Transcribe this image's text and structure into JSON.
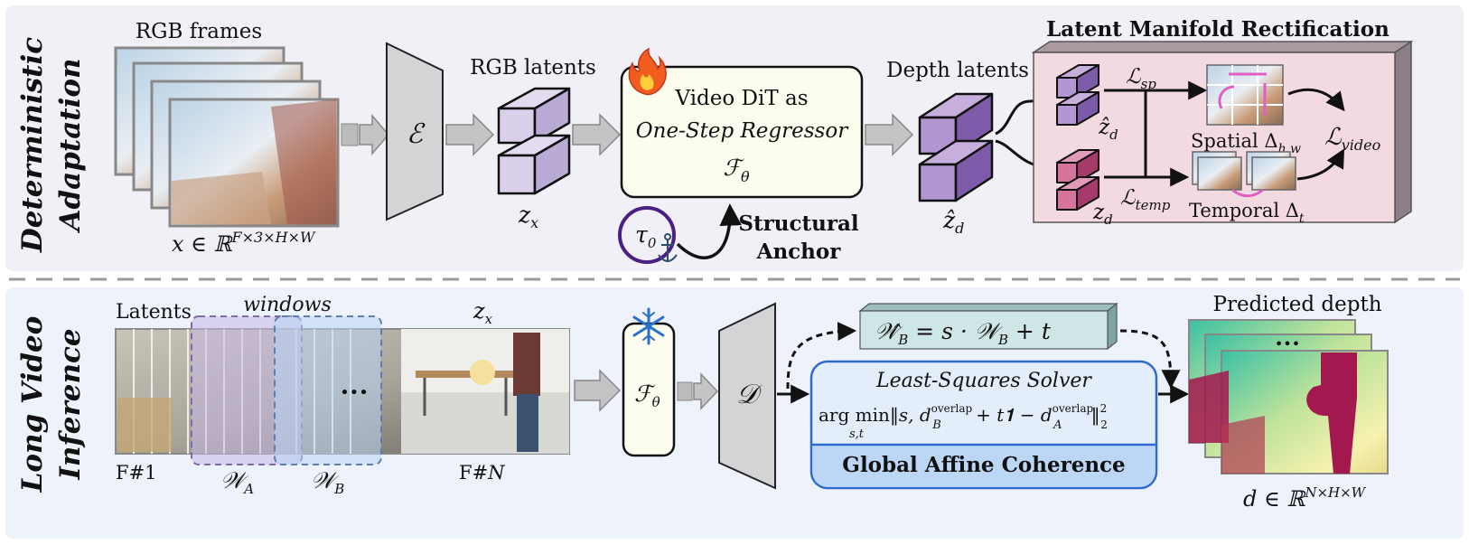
{
  "top_panel": {
    "side_label_line1": "Deterministic",
    "side_label_line2": "Adaptation",
    "rgb_frames_label": "RGB frames",
    "input_formula": "x ∈ ℝ",
    "input_formula_sup": "F×3×H×W",
    "encoder_symbol": "ℰ",
    "rgb_latents_label": "RGB latents",
    "rgb_latents_symbol": "z",
    "rgb_latents_sub": "x",
    "dit_line1": "Video DiT as",
    "dit_line2": "One-Step Regressor",
    "dit_symbol": "ℱ",
    "dit_symbol_sub": "θ",
    "fire_icon": "flame-icon",
    "tau_symbol": "τ",
    "tau_sub": "0",
    "anchor_icon": "anchor-icon",
    "anchor_label_line1": "Structural",
    "anchor_label_line2": "Anchor",
    "depth_latents_label": "Depth latents",
    "depth_latents_symbol": "ẑ",
    "depth_latents_sub": "d",
    "lmr_title": "Latent Manifold Rectification",
    "pred_latent_symbol": "ẑ",
    "pred_latent_sub": "d",
    "gt_latent_symbol": "z",
    "gt_latent_sub": "d",
    "loss_sp_symbol": "ℒ",
    "loss_sp_sub": "sp",
    "loss_temp_symbol": "ℒ",
    "loss_temp_sub": "temp",
    "spatial_label": "Spatial Δ",
    "spatial_sub": "h,w",
    "temporal_label": "Temporal Δ",
    "temporal_sub": "t",
    "loss_video_symbol": "ℒ",
    "loss_video_sub": "video"
  },
  "bottom_panel": {
    "side_label_line1": "Long Video",
    "side_label_line2": "Inference",
    "latents_label": "Latents",
    "windows_label": "windows",
    "zx_symbol": "z",
    "zx_sub": "x",
    "first_frame_label": "F#1",
    "last_frame_label": "F#",
    "last_frame_var": "N",
    "window_a_symbol": "𝒲",
    "window_a_sub": "A",
    "window_b_symbol": "𝒲",
    "window_b_sub": "B",
    "ellipsis": "•••",
    "frozen_icon": "snowflake-icon",
    "model_symbol": "ℱ",
    "model_sub": "θ",
    "decoder_symbol": "𝒟",
    "affine_eq": "𝒲̂",
    "affine_eq_sub": "B",
    "affine_eq_rest": " = s · 𝒲",
    "affine_eq_sub2": "B",
    "affine_eq_tail": " + t",
    "solver_title": "Least-Squares Solver",
    "solver_formula_argmin": "arg min",
    "solver_formula_under": "s,t",
    "solver_formula_body": "‖s, d",
    "solver_formula_sup1": "overlap",
    "solver_formula_sub1": "B",
    "solver_formula_mid": " + t𝟏 − d",
    "solver_formula_sup2": "overlap",
    "solver_formula_sub2": "A",
    "solver_formula_end": "‖",
    "solver_formula_end_sup": "2",
    "solver_formula_end_sub": "2",
    "coherence_label": "Global Affine Coherence",
    "predicted_depth_label": "Predicted depth",
    "output_formula": "d ∈ ℝ",
    "output_formula_sup": "N×H×W"
  },
  "colors": {
    "top_bg": "#f1f0f6",
    "bottom_bg": "#eef2fb",
    "purple_latent": "#c9bfe0",
    "depth_latent": "#a98cc9",
    "gt_latent": "#c24f86",
    "lmr_bg": "#f3d9e0",
    "dit_bg": "#fcfcef",
    "solver_bg": "#e4eefb",
    "solver_border": "#2d6bd1",
    "coherence_bg": "#bcd6f6",
    "affine_bg": "#cfe6e6",
    "window_a": "#c9b8e6",
    "window_b": "#b9d3f3"
  }
}
